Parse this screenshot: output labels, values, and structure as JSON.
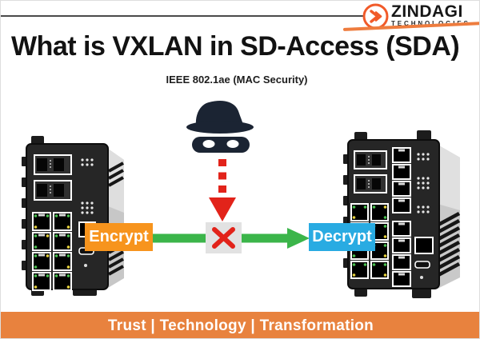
{
  "logo": {
    "name": "ZINDAGI",
    "tagline": "TECHNOLOGIES"
  },
  "title": "What is VXLAN in SD-Access (SDA)",
  "subtitle": "IEEE 802.1ae (MAC Security)",
  "diagram": {
    "encrypt_label": "Encrypt",
    "decrypt_label": "Decrypt",
    "icons": {
      "hacker": "spy-fedora-and-mask-icon",
      "blocked": "red-x-blocked-icon",
      "intercept": "red-dashed-down-arrow-icon",
      "path": "green-right-arrow-icon",
      "devices": "industrial-network-switch"
    }
  },
  "footer": {
    "tagline": "Trust | Technology | Transformation"
  },
  "colors": {
    "logo_orange": "#F15A29",
    "encrypt_orange": "#F7941D",
    "decrypt_blue": "#29ABE2",
    "arrow_green": "#3BB54A",
    "alert_red": "#E2231A",
    "banner_orange": "#E8823E",
    "spy_navy": "#1B2433",
    "switch_body": "#262626"
  }
}
